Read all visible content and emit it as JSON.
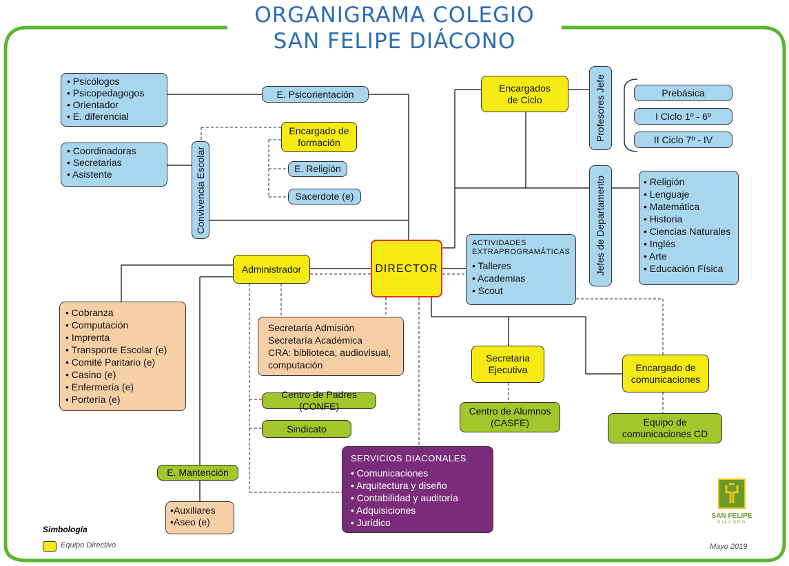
{
  "title": {
    "line1": "ORGANIGRAMA COLEGIO",
    "line2": "SAN FELIPE DIÁCONO"
  },
  "director": "DIRECTOR",
  "psicorientacion": {
    "label": "E. Psicorientación",
    "items": [
      "Psicólogos",
      "Psicopedagogos",
      "Orientador",
      "E. diferencial"
    ]
  },
  "formacion": {
    "label": "Encargado de\nformación",
    "religion": "E. Religión",
    "sacerdote": "Sacerdote (e)"
  },
  "convivencia": {
    "label": "Convivencia Escolar",
    "items": [
      "Coordinadoras",
      "Secretarias",
      "Asistente"
    ]
  },
  "ciclo": {
    "label": "Encargados\nde Ciclo"
  },
  "profesores_jefe": {
    "label": "Profesores Jefe",
    "items": [
      "Prebásica",
      "I Ciclo 1º - 6º",
      "II Ciclo 7º - IV"
    ]
  },
  "jefes_depto": {
    "label": "Jefes de Departamento",
    "items": [
      "Religión",
      "Lenguaje",
      "Matemática",
      "Historia",
      "Ciencias Naturales",
      "Inglés",
      "Arte",
      "Educación Física"
    ]
  },
  "actividades": {
    "heading": "ACTIVIDADES\nEXTRAPROGRAMÁTICAS",
    "items": [
      "Talleres",
      "Academias",
      "Scout"
    ]
  },
  "administrador": {
    "label": "Administrador",
    "items": [
      "Cobranza",
      "Computación",
      "Imprenta",
      "Transporte Escolar (e)",
      "Comité Paritario (e)",
      "Casino (e)",
      "Enfermería (e)",
      "Portería (e)"
    ]
  },
  "secretarias": {
    "text": "Secretaría Admisión\nSecretaría Académica\nCRA: biblioteca, audiovisual,\ncomputación"
  },
  "centro_padres": "Centro de Padres (CONFE)",
  "sindicato": "Sindicato",
  "servicios": {
    "heading": "SERVICIOS DIACONALES",
    "items": [
      "Comunicaciones",
      "Arquitectura y diseño",
      "Contabilidad y auditoría",
      "Adquisiciones",
      "Jurídico"
    ]
  },
  "mantencion": {
    "label": "E. Mantención",
    "items": [
      "Auxiliares",
      "Aseo (e)"
    ]
  },
  "secretaria_ejecutiva": "Secretaria\nEjecutiva",
  "centro_alumnos": "Centro de Alumnos\n(CASFE)",
  "comunicaciones": {
    "label": "Encargado de\ncomunicaciones",
    "equipo": "Equipo de\ncomunicaciones CD"
  },
  "legend": {
    "title": "Simbología",
    "item": "Equipo Directivo",
    "color": "#f5ea14"
  },
  "logo": {
    "text": "SAN FELIPE",
    "sub": "DIÁCONO"
  },
  "date": "Mayo 2019",
  "colors": {
    "frame": "#5cb531",
    "title": "#2a6db5",
    "blue": "#a8d6ee",
    "yellow": "#f5ea14",
    "peach": "#f7cfa7",
    "green": "#a2c62c",
    "purple": "#7a2c7a",
    "director_border": "#e0302a"
  }
}
